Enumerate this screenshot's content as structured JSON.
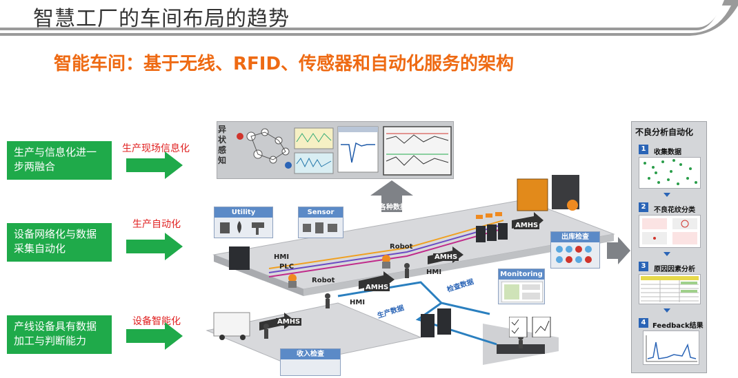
{
  "header": {
    "title": "智慧工厂的车间布局的趋势",
    "subtitle": "智能车间：基于无线、RFID、传感器和自动化服务的架构"
  },
  "left_column": {
    "items": [
      {
        "box": "生产与信息化进一步两融合",
        "label": "生产现场信息化"
      },
      {
        "box": "设备网络化与数据采集自动化",
        "label": "生产自动化"
      },
      {
        "box": "产线设备具有数据加工与判断能力",
        "label": "设备智能化"
      }
    ]
  },
  "diagram": {
    "anomaly_title": "异状感知",
    "various_data": "各种数据",
    "utility": "Utility",
    "sensor": "Sensor",
    "hmi": "HMI",
    "plc": "PLC",
    "robot": "Robot",
    "amhs": "AMHS",
    "outgoing_inspection": "出库检查",
    "inspection_data": "检查数据",
    "production_data": "生产数据",
    "monitoring": "Monitoring",
    "incoming_inspection": "收入检查"
  },
  "right_panel": {
    "title": "不良分析自动化",
    "steps": [
      {
        "num": "1",
        "label": "收集数据"
      },
      {
        "num": "2",
        "label": "不良花纹分类"
      },
      {
        "num": "3",
        "label": "原因因素分析"
      },
      {
        "num": "4",
        "label": "Feedback结果"
      }
    ]
  },
  "colors": {
    "accent_orange": "#ee6a13",
    "green_box": "#1faa4a",
    "label_red": "#e02020",
    "step_blue": "#2a64b6"
  }
}
